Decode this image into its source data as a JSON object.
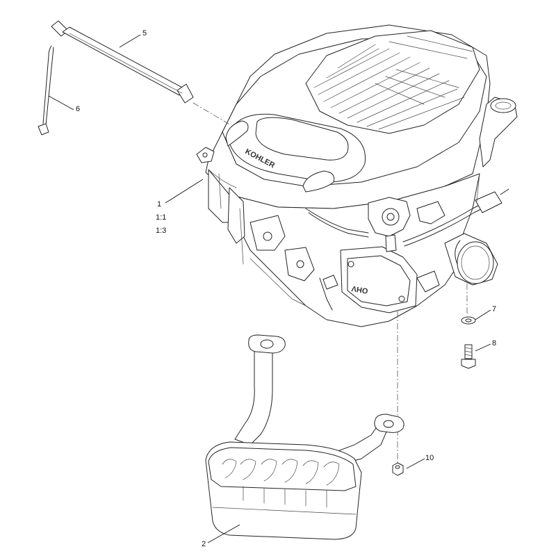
{
  "callouts": [
    {
      "id": "1",
      "text": "1"
    },
    {
      "id": "1-1",
      "text": "1:1"
    },
    {
      "id": "1-3",
      "text": "1:3"
    },
    {
      "id": "2",
      "text": "2"
    },
    {
      "id": "5",
      "text": "5"
    },
    {
      "id": "6",
      "text": "6"
    },
    {
      "id": "7",
      "text": "7"
    },
    {
      "id": "8",
      "text": "8"
    },
    {
      "id": "10",
      "text": "10"
    }
  ],
  "engine": {
    "brand_text": "KOHLER",
    "side_text": "OHV"
  }
}
